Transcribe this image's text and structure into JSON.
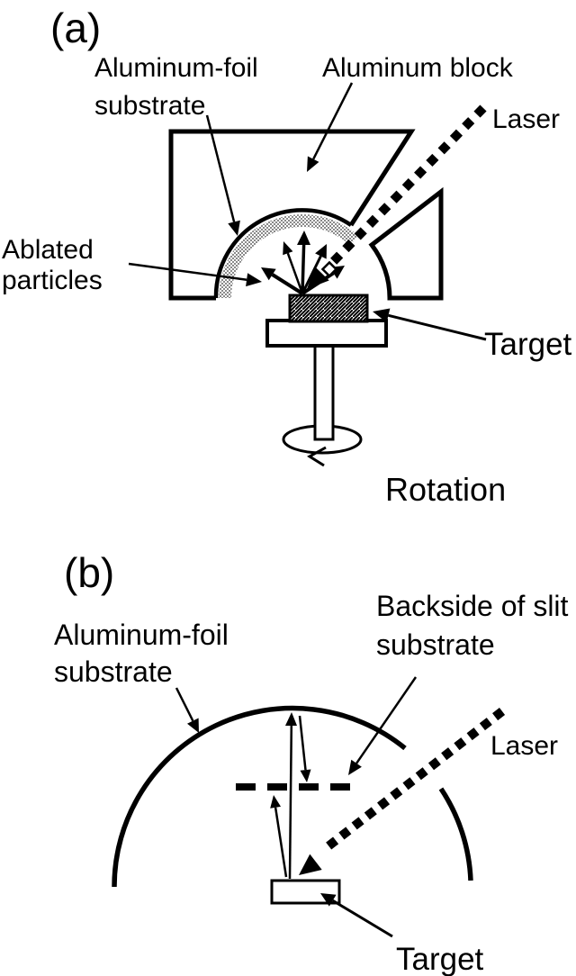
{
  "figure": {
    "panel_a": {
      "label": "(a)",
      "labels": {
        "foil_line1": "Aluminum-foil",
        "foil_line2": "substrate",
        "block": "Aluminum block",
        "laser": "Laser",
        "ablated_line1": "Ablated",
        "ablated_line2": "particles",
        "target": "Target",
        "rotation": "Rotation"
      }
    },
    "panel_b": {
      "label": "(b)",
      "labels": {
        "foil_line1": "Aluminum-foil",
        "foil_line2": "substrate",
        "backside_line1": "Backside of slit",
        "backside_line2": "substrate",
        "laser": "Laser",
        "target": "Target"
      }
    },
    "colors": {
      "ink": "#000000",
      "background": "#ffffff",
      "foil_band_gray": "#8a8a8a"
    }
  }
}
